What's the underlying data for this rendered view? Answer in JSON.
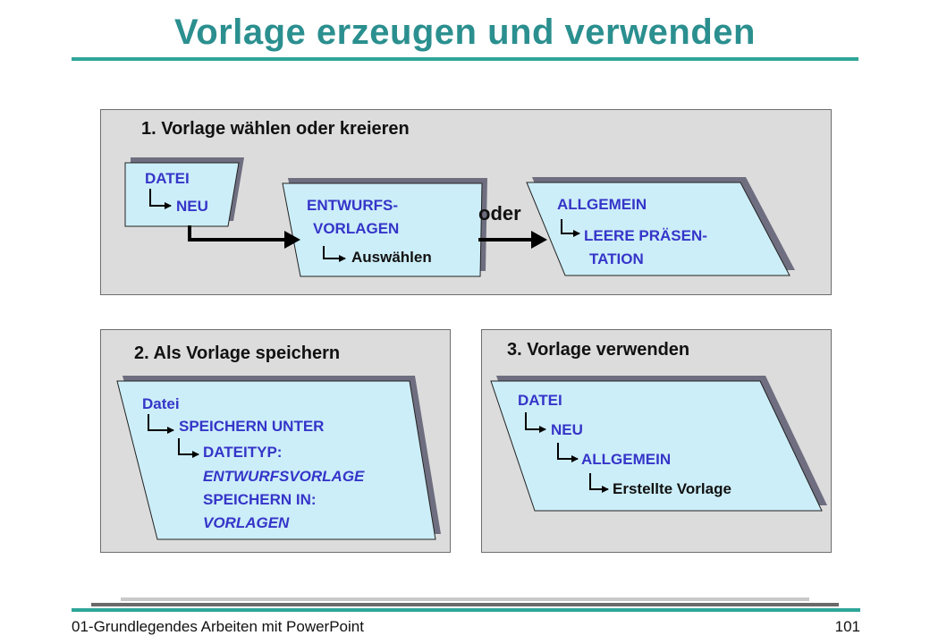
{
  "title": "Vorlage erzeugen und verwenden",
  "colors": {
    "title": "#2b8f8f",
    "accent_rule": "#2fa69a",
    "panel_bg": "#dcdcdc",
    "card_fill": "#cceef8",
    "card_shadow": "#6e6e80",
    "menu_text": "#3535c9"
  },
  "panel1": {
    "heading": "1. Vorlage wählen oder kreieren",
    "card1": {
      "line1": "DATEI",
      "line2": "NEU"
    },
    "card2": {
      "line1": "ENTWURFS-",
      "line2": "VORLAGEN",
      "line3": "Auswählen"
    },
    "oder": "oder",
    "card3": {
      "line1": "ALLGEMEIN",
      "line2": "LEERE PRÄSEN-",
      "line3": "TATION"
    }
  },
  "panel2": {
    "heading": "2. Als Vorlage speichern",
    "card": {
      "line1": "Datei",
      "line2": "SPEICHERN UNTER",
      "line3": "DATEITYP:",
      "line4": "ENTWURFSVORLAGE",
      "line5": "SPEICHERN IN:",
      "line6": "VORLAGEN"
    }
  },
  "panel3": {
    "heading": "3. Vorlage verwenden",
    "card": {
      "line1": "DATEI",
      "line2": "NEU",
      "line3": "ALLGEMEIN",
      "line4": "Erstellte Vorlage"
    }
  },
  "footer": {
    "left": "01-Grundlegendes Arbeiten mit PowerPoint",
    "page_number": "101"
  },
  "icons": [
    "sub-step-arrow-icon",
    "flow-arrow-icon"
  ]
}
